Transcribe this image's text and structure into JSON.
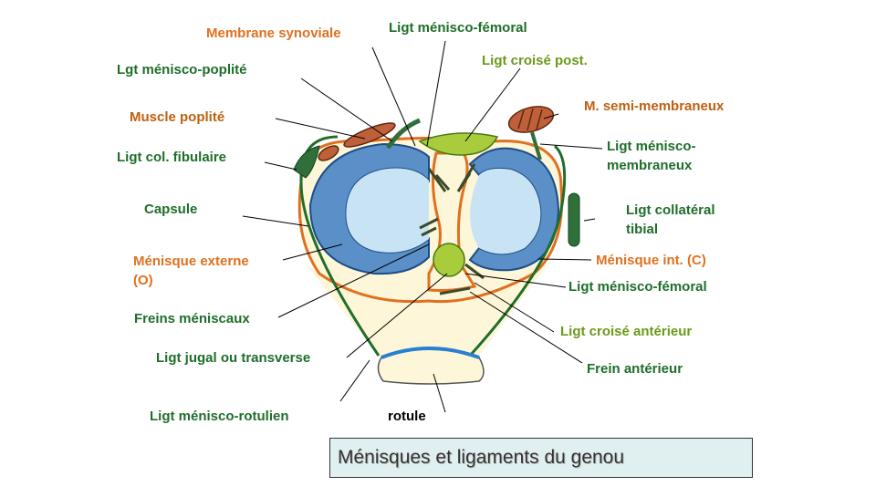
{
  "title": "Ménisques et ligaments du genou",
  "colors": {
    "green": "#1f6e2a",
    "orange": "#e07020",
    "olive": "#6a9a1a",
    "black": "#000000",
    "meniscus_blue": "#5b8fc8",
    "meniscus_light": "#c8e4f4",
    "bone_cream": "#fdf6d8",
    "ligament_green": "#2f6f3a",
    "cruciate_green": "#a8cc3c",
    "muscle_brown": "#c0603a",
    "patella_edge": "#2a7fd0"
  },
  "labels": {
    "membrane_synoviale": "Membrane synoviale",
    "ligt_menisco_femoral_top": "Ligt ménisco-fémoral",
    "ligt_croise_post": "Ligt croisé post.",
    "lgt_menisco_poplite": "Lgt ménisco-poplité",
    "m_semi_membraneux": "M. semi-membraneux",
    "muscle_poplite": "Muscle poplité",
    "ligt_menisco_membraneux_1": "Ligt ménisco-",
    "ligt_menisco_membraneux_2": "membraneux",
    "ligt_col_fibulaire": "Ligt col. fibulaire",
    "ligt_collateral_tibial_1": "Ligt collatéral",
    "ligt_collateral_tibial_2": "tibial",
    "capsule": "Capsule",
    "menisque_externe_1": "Ménisque externe",
    "menisque_externe_2": "(O)",
    "menisque_int": "Ménisque int. (C)",
    "ligt_menisco_femoral_bottom": "Ligt ménisco-fémoral",
    "freins_meniscaux": "Freins méniscaux",
    "ligt_croise_anterieur": "Ligt croisé antérieur",
    "ligt_jugal": "Ligt jugal ou transverse",
    "frein_anterieur": "Frein antérieur",
    "ligt_menisco_rotulien": "Ligt ménisco-rotulien",
    "rotule": "rotule"
  }
}
